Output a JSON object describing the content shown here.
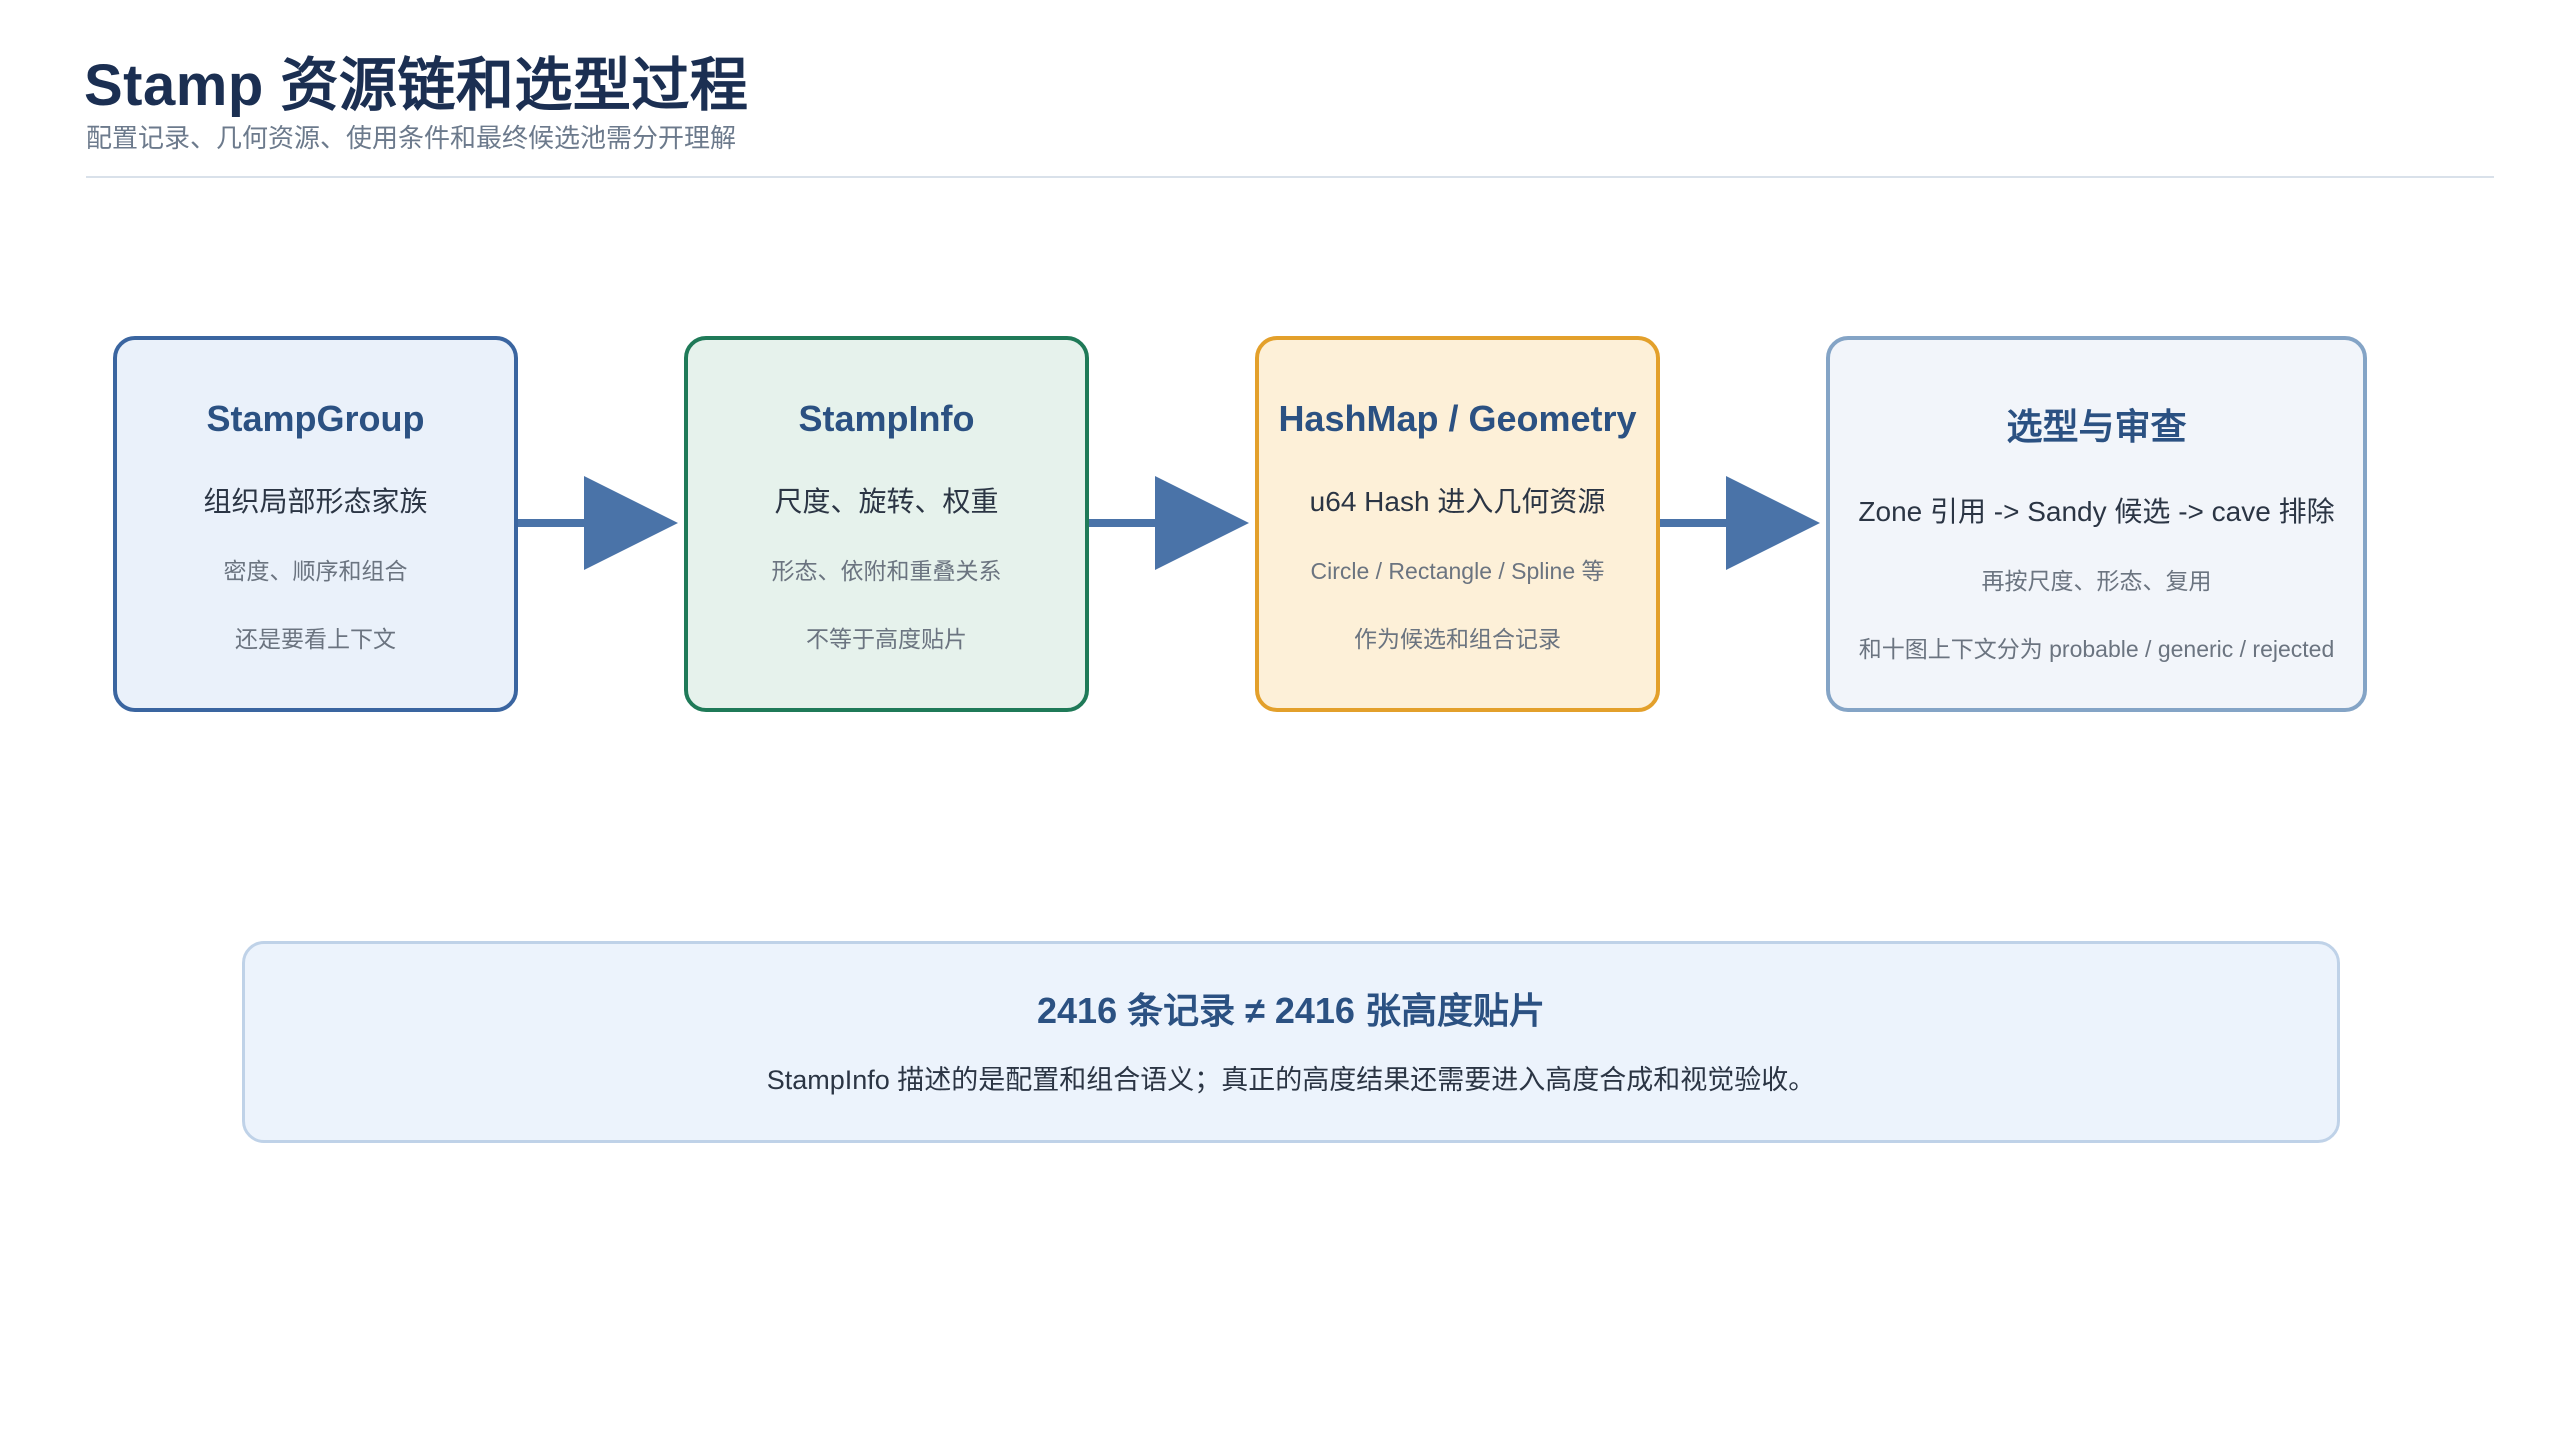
{
  "header": {
    "title": "Stamp 资源链和选型过程",
    "subtitle": "配置记录、几何资源、使用条件和最终候选池需分开理解"
  },
  "colors": {
    "accent": "#4a73a8",
    "title": "#1b2f52",
    "box1_border": "#3a65a0",
    "box2_border": "#1f7a58",
    "box3_border": "#e3a02b",
    "box4_border": "#84a4c6"
  },
  "flow": [
    {
      "title": "StampGroup",
      "line1": "组织局部形态家族",
      "line2": "密度、顺序和组合",
      "line3": "还是要看上下文"
    },
    {
      "title": "StampInfo",
      "line1": "尺度、旋转、权重",
      "line2": "形态、依附和重叠关系",
      "line3": "不等于高度贴片"
    },
    {
      "title": "HashMap / Geometry",
      "line1": "u64 Hash 进入几何资源",
      "line2": "Circle / Rectangle / Spline 等",
      "line3": "作为候选和组合记录"
    },
    {
      "title": "选型与审查",
      "line1": "Zone 引用 -> Sandy 候选 -> cave 排除",
      "line2": "再按尺度、形态、复用",
      "line3": "和十图上下文分为 probable / generic / rejected"
    }
  ],
  "note": {
    "title": "2416 条记录 ≠ 2416 张高度贴片",
    "text": "StampInfo 描述的是配置和组合语义；真正的高度结果还需要进入高度合成和视觉验收。"
  }
}
